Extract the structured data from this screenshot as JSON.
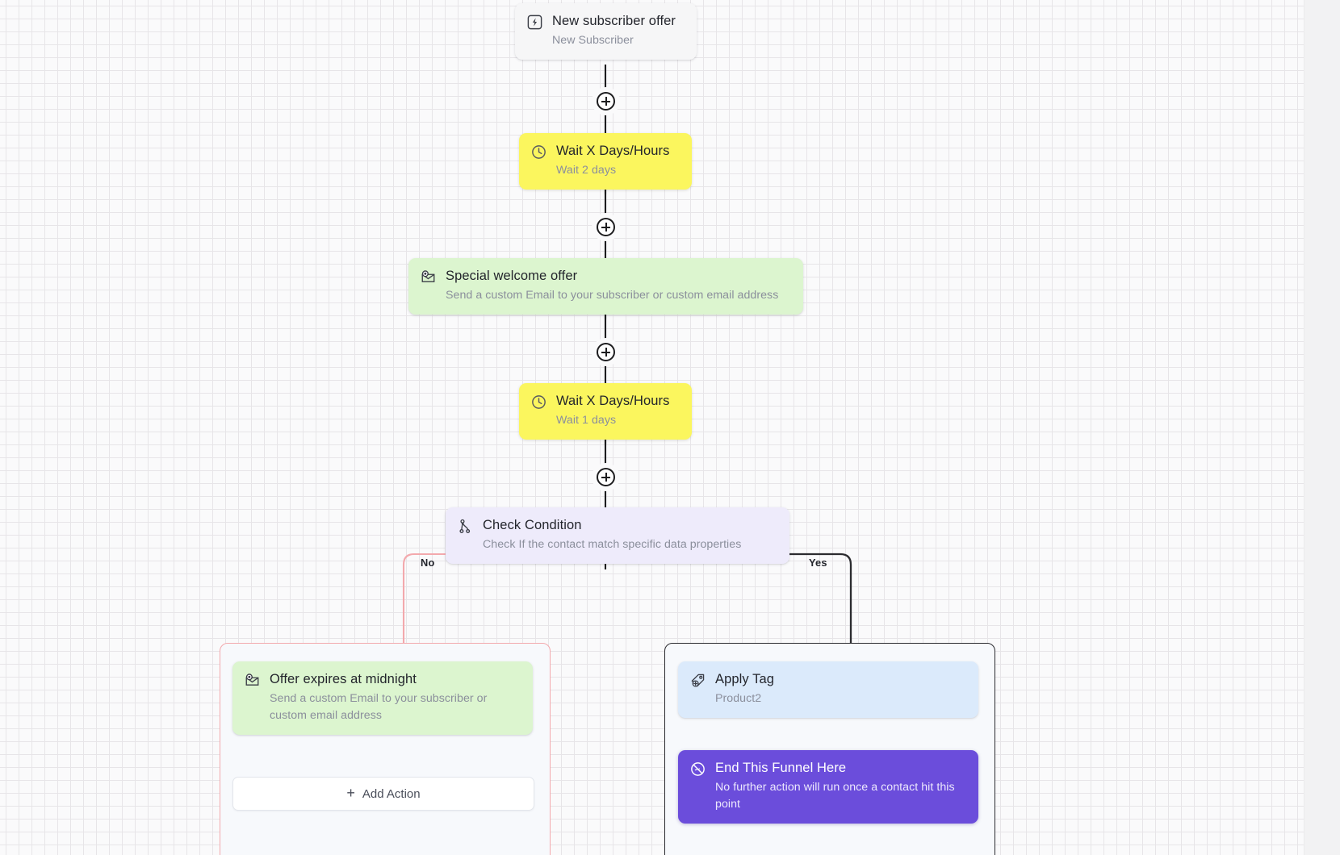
{
  "canvas": {
    "background_color": "#fafafb",
    "grid_color": "#e7e5e8",
    "margin_color": "#f2f2f3"
  },
  "nodes": [
    {
      "id": "trigger",
      "icon": "bolt-icon",
      "title": "New subscriber offer",
      "subtitle": "New Subscriber",
      "color": "#f6f6f7"
    },
    {
      "id": "wait-1",
      "icon": "clock-icon",
      "title": "Wait X Days/Hours",
      "subtitle": "Wait 2 days",
      "color": "#fbf65e"
    },
    {
      "id": "email-1",
      "icon": "email-icon",
      "title": "Special welcome offer",
      "subtitle": "Send a custom Email to your subscriber or custom email address",
      "color": "#dcf5cf"
    },
    {
      "id": "wait-2",
      "icon": "clock-icon",
      "title": "Wait X Days/Hours",
      "subtitle": "Wait 1 days",
      "color": "#fbf65e"
    },
    {
      "id": "condition",
      "icon": "branch-icon",
      "title": "Check Condition",
      "subtitle": "Check If the contact match specific data properties",
      "color": "#eeebfb"
    },
    {
      "id": "email-2",
      "icon": "email-icon",
      "title": "Offer expires at midnight",
      "subtitle": "Send a custom Email to your subscriber or custom email address",
      "color": "#dcf5cf"
    },
    {
      "id": "tag",
      "icon": "tag-plus-icon",
      "title": "Apply Tag",
      "subtitle": "Product2",
      "color": "#dbeafb"
    },
    {
      "id": "end",
      "icon": "ban-icon",
      "title": "End This Funnel Here",
      "subtitle": "No further action will run once a contact hit this point",
      "color": "#6b4ddb"
    }
  ],
  "branches": {
    "no_label": "No",
    "no_color": "#f3a9ad",
    "yes_label": "Yes",
    "yes_color": "#2b2b2f"
  },
  "buttons": {
    "add_action_label": "Add Action",
    "add_action_icon": "plus-icon",
    "connector_icon": "plus-icon"
  }
}
